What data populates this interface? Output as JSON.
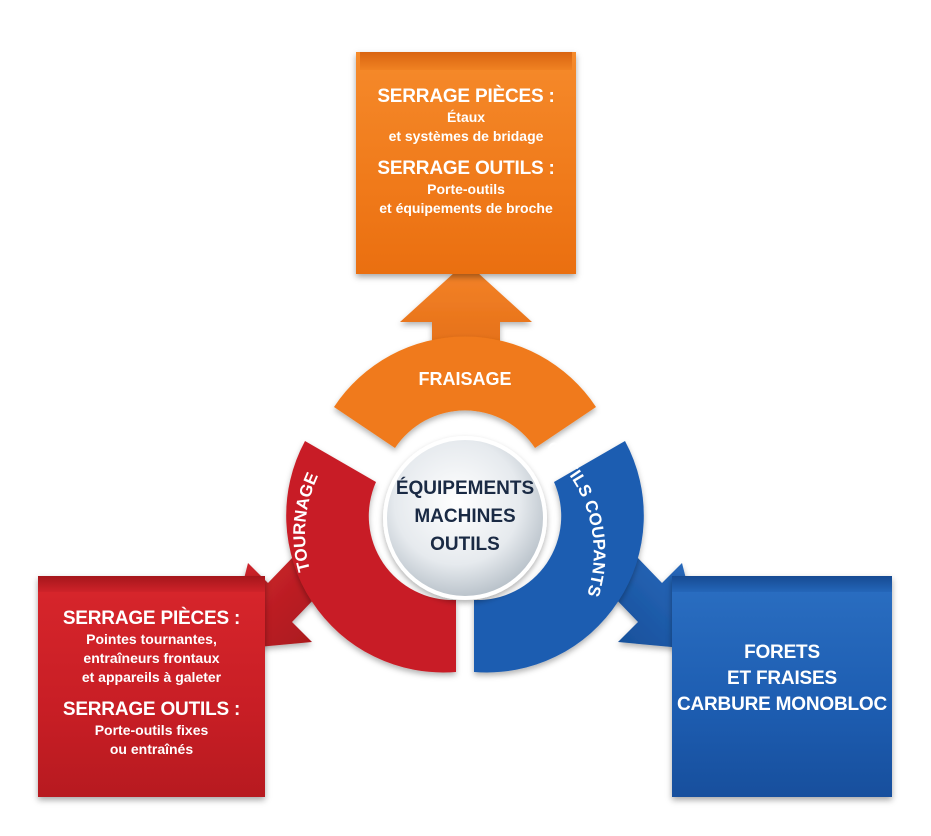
{
  "center": {
    "line1": "ÉQUIPEMENTS",
    "line2": "MACHINES",
    "line3": "OUTILS"
  },
  "segments": {
    "fraisage": {
      "label": "FRAISAGE",
      "color": "#f07a1a"
    },
    "tournage": {
      "label": "TOURNAGE",
      "color": "#c81e25"
    },
    "outils_coupants": {
      "label": "OUTILS COUPANTS",
      "color": "#1d5db1"
    }
  },
  "fraisage_box": {
    "heading1": "SERRAGE PIÈCES :",
    "line1": "Étaux",
    "line2": "et systèmes de bridage",
    "heading2": "SERRAGE OUTILS :",
    "line3": "Porte-outils",
    "line4": "et équipements de broche"
  },
  "tournage_box": {
    "heading1": "SERRAGE PIÈCES :",
    "line1": "Pointes tournantes,",
    "line2": "entraîneurs frontaux",
    "line3": "et appareils à galeter",
    "heading2": "SERRAGE OUTILS :",
    "line4": "Porte-outils fixes",
    "line5": "ou entraînés"
  },
  "outils_box": {
    "line1": "FORETS",
    "line2": "ET FRAISES",
    "line3": "CARBURE MONOBLOC"
  }
}
